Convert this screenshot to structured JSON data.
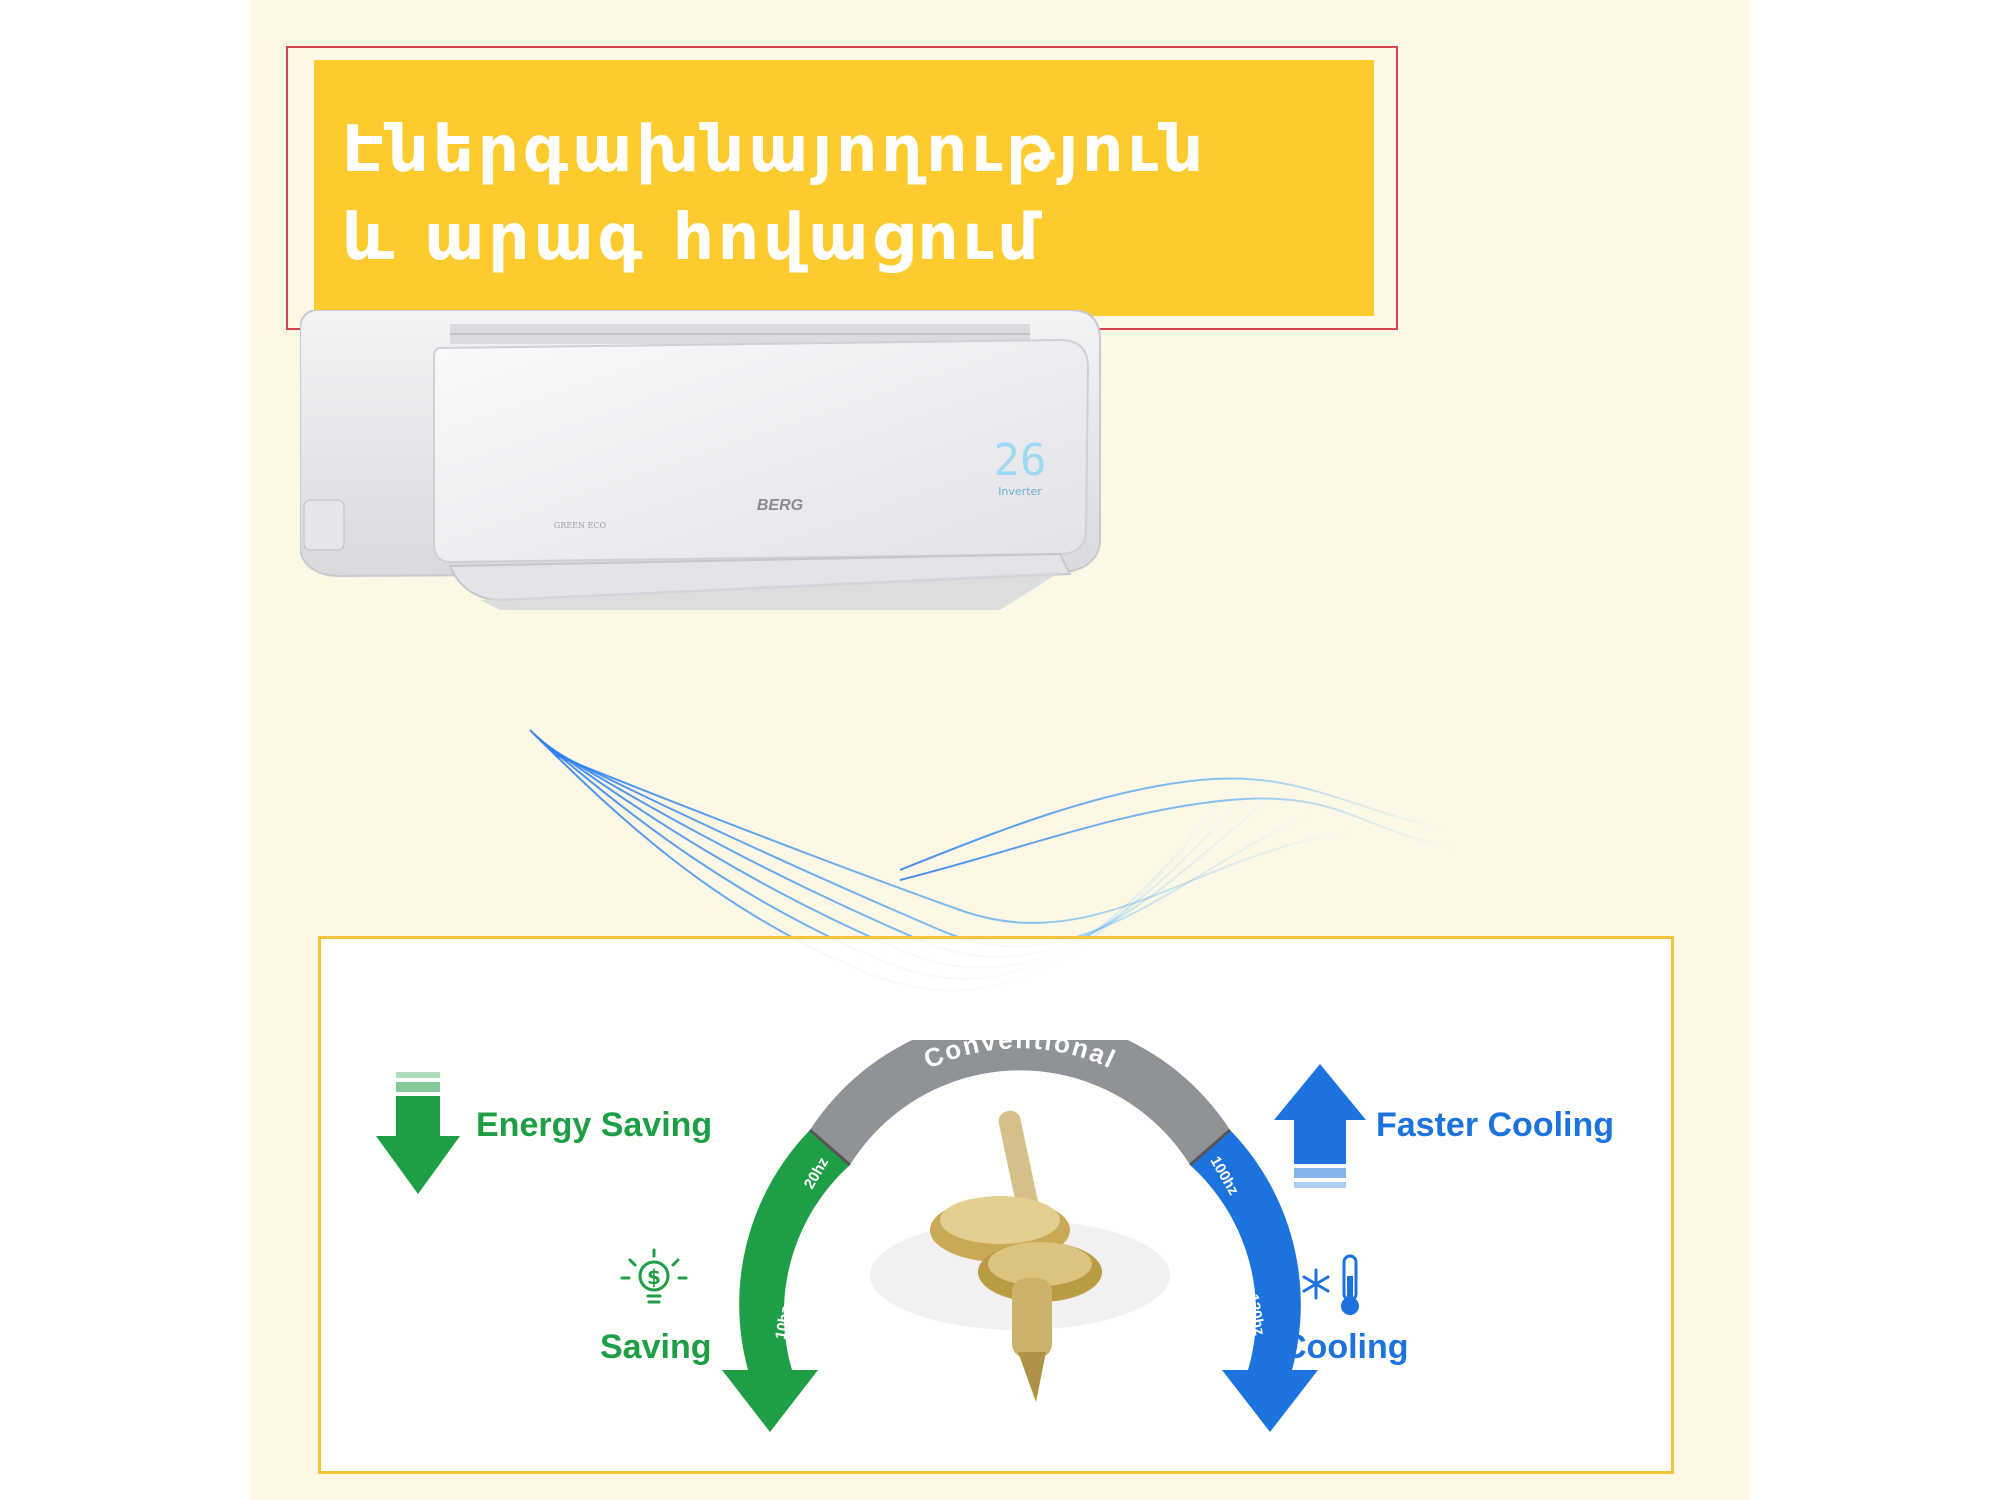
{
  "banner": {
    "line1": "Էներգախնայողություն",
    "line2": "և արագ հովացում"
  },
  "ac_unit": {
    "display_value": "26",
    "display_sub": "Inverter",
    "brand": "BERG",
    "model_badge": "GREEN ECO"
  },
  "diagram": {
    "energy_saving": "Energy Saving",
    "faster_cooling": "Faster Cooling",
    "saving": "Saving",
    "cooling": "Cooling",
    "conventional": "Conventional",
    "ticks": {
      "t20": "20hz",
      "t10": "10hz",
      "t100": "100hz",
      "t120": "120hz"
    }
  },
  "colors": {
    "banner_bg": "#fecb2f",
    "green": "#1e9e45",
    "blue": "#1d73de",
    "frame_red": "#d8434d",
    "box_border": "#f3c43a"
  },
  "icons": [
    "arrow-down-icon",
    "arrow-up-icon",
    "lightbulb-dollar-icon",
    "snowflake-thermometer-icon",
    "compressor-icon"
  ]
}
